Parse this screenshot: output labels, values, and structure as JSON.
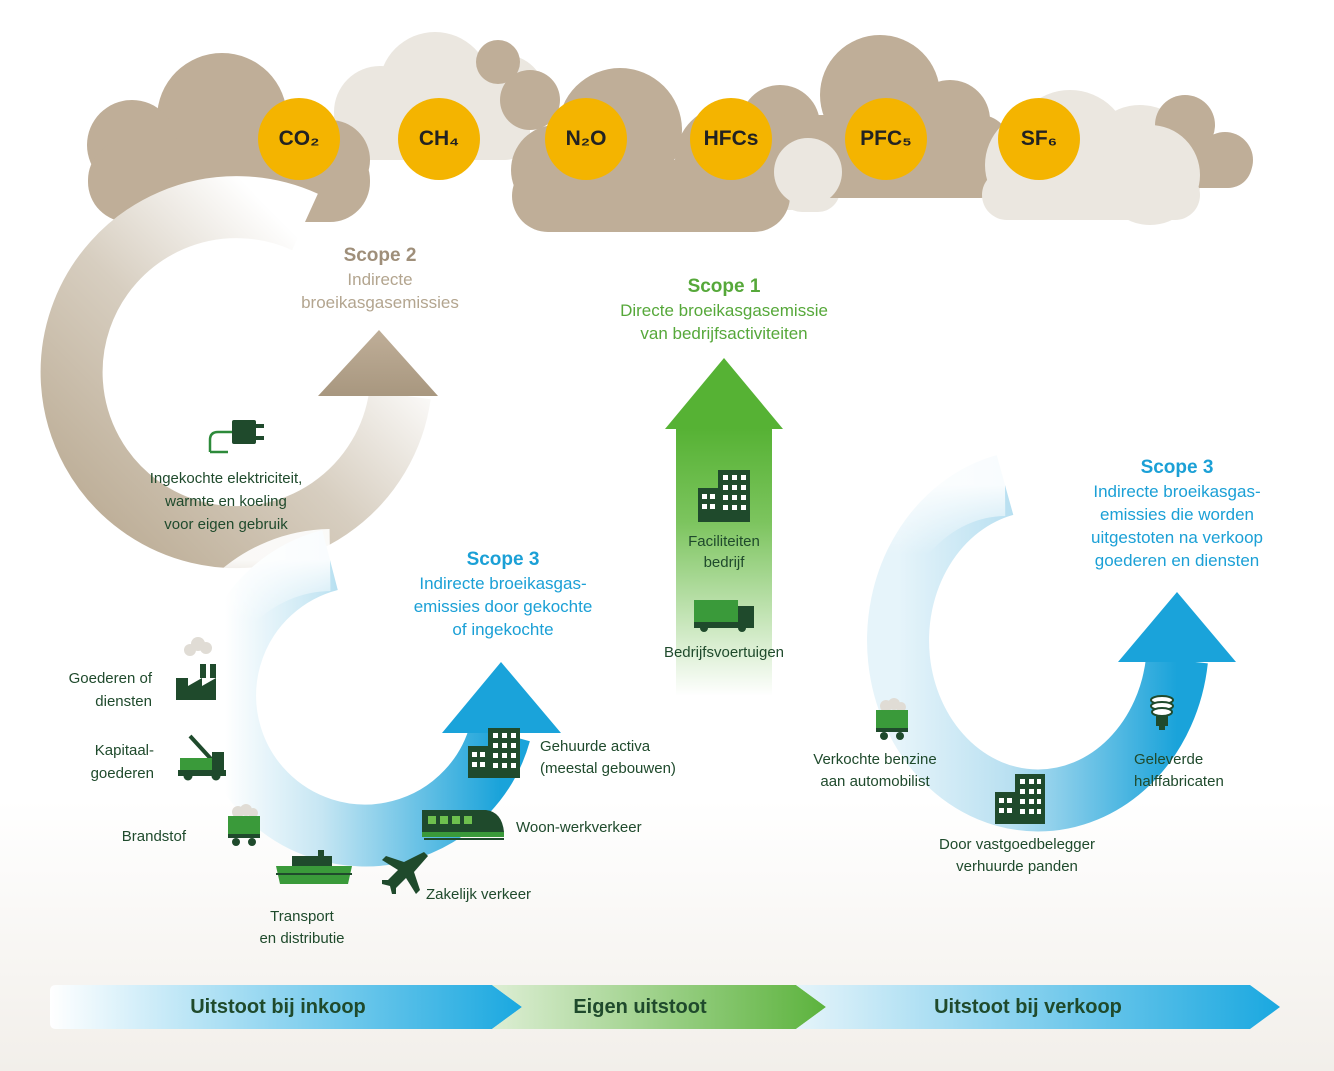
{
  "gases": [
    "CO₂",
    "CH₄",
    "N₂O",
    "HFCs",
    "PFC₅",
    "SF₆"
  ],
  "scope2": {
    "title": "Scope 2",
    "desc_line1": "Indirecte",
    "desc_line2": "broeikasgasemissies",
    "source_lines": [
      "Ingekochte elektriciteit,",
      "warmte en koeling",
      "voor eigen gebruik"
    ]
  },
  "scope1": {
    "title": "Scope 1",
    "desc_line1": "Directe broeikasgasemissie",
    "desc_line2": "van bedrijfsactiviteiten",
    "facilities_lines": [
      "Faciliteiten",
      "bedrijf"
    ],
    "vehicles": "Bedrijfsvoertuigen"
  },
  "scope3_upstream": {
    "title": "Scope 3",
    "desc_lines": [
      "Indirecte broeikasgas-",
      "emissies door gekochte",
      "of ingekochte"
    ],
    "items": {
      "goods_lines": [
        "Goederen of",
        "diensten"
      ],
      "capital_lines": [
        "Kapitaal-",
        "goederen"
      ],
      "fuel": "Brandstof",
      "transport_lines": [
        "Transport",
        "en distributie"
      ],
      "business_travel": "Zakelijk verkeer",
      "commuting": "Woon-werkverkeer",
      "leased_lines": [
        "Gehuurde activa",
        "(meestal gebouwen)"
      ]
    }
  },
  "scope3_downstream": {
    "title": "Scope 3",
    "desc_lines": [
      "Indirecte broeikasgas-",
      "emissies die worden",
      "uitgestoten na verkoop",
      "goederen en diensten"
    ],
    "items": {
      "petrol_lines": [
        "Verkochte benzine",
        "aan automobilist"
      ],
      "rented_lines": [
        "Door vastgoedbelegger",
        "verhuurde panden"
      ],
      "semi_lines": [
        "Geleverde",
        "halffabricaten"
      ]
    }
  },
  "bottom_bar": {
    "purchase": "Uitstoot bij inkoop",
    "own": "Eigen uitstoot",
    "sale": "Uitstoot bij verkoop"
  },
  "colors": {
    "cloud_dark": "#bfae98",
    "cloud_light": "#ebe7e0",
    "gas_circle": "#f4b400",
    "tan": "#a3937d",
    "green": "#56a83a",
    "dark_green": "#1f4a2c",
    "blue": "#1ba0d6"
  }
}
